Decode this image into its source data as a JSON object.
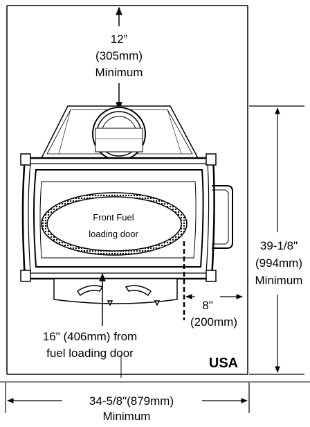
{
  "clearances": {
    "top": {
      "line1": "12”",
      "line2": "(305mm)",
      "line3": "Minimum"
    },
    "right_height": {
      "line1": "39-1/8\"",
      "line2": "(994mm)",
      "line3": "Minimum"
    },
    "side": {
      "line1": "8\"",
      "line2": "(200mm)"
    },
    "front": {
      "line1": "16\" (406mm) from",
      "line2": "fuel loading door"
    },
    "width": {
      "line1": "34-5/8\"(879mm)",
      "line2": "Minimum"
    }
  },
  "door_label": {
    "line1": "Front Fuel",
    "line2": "loading door"
  },
  "region": "USA"
}
